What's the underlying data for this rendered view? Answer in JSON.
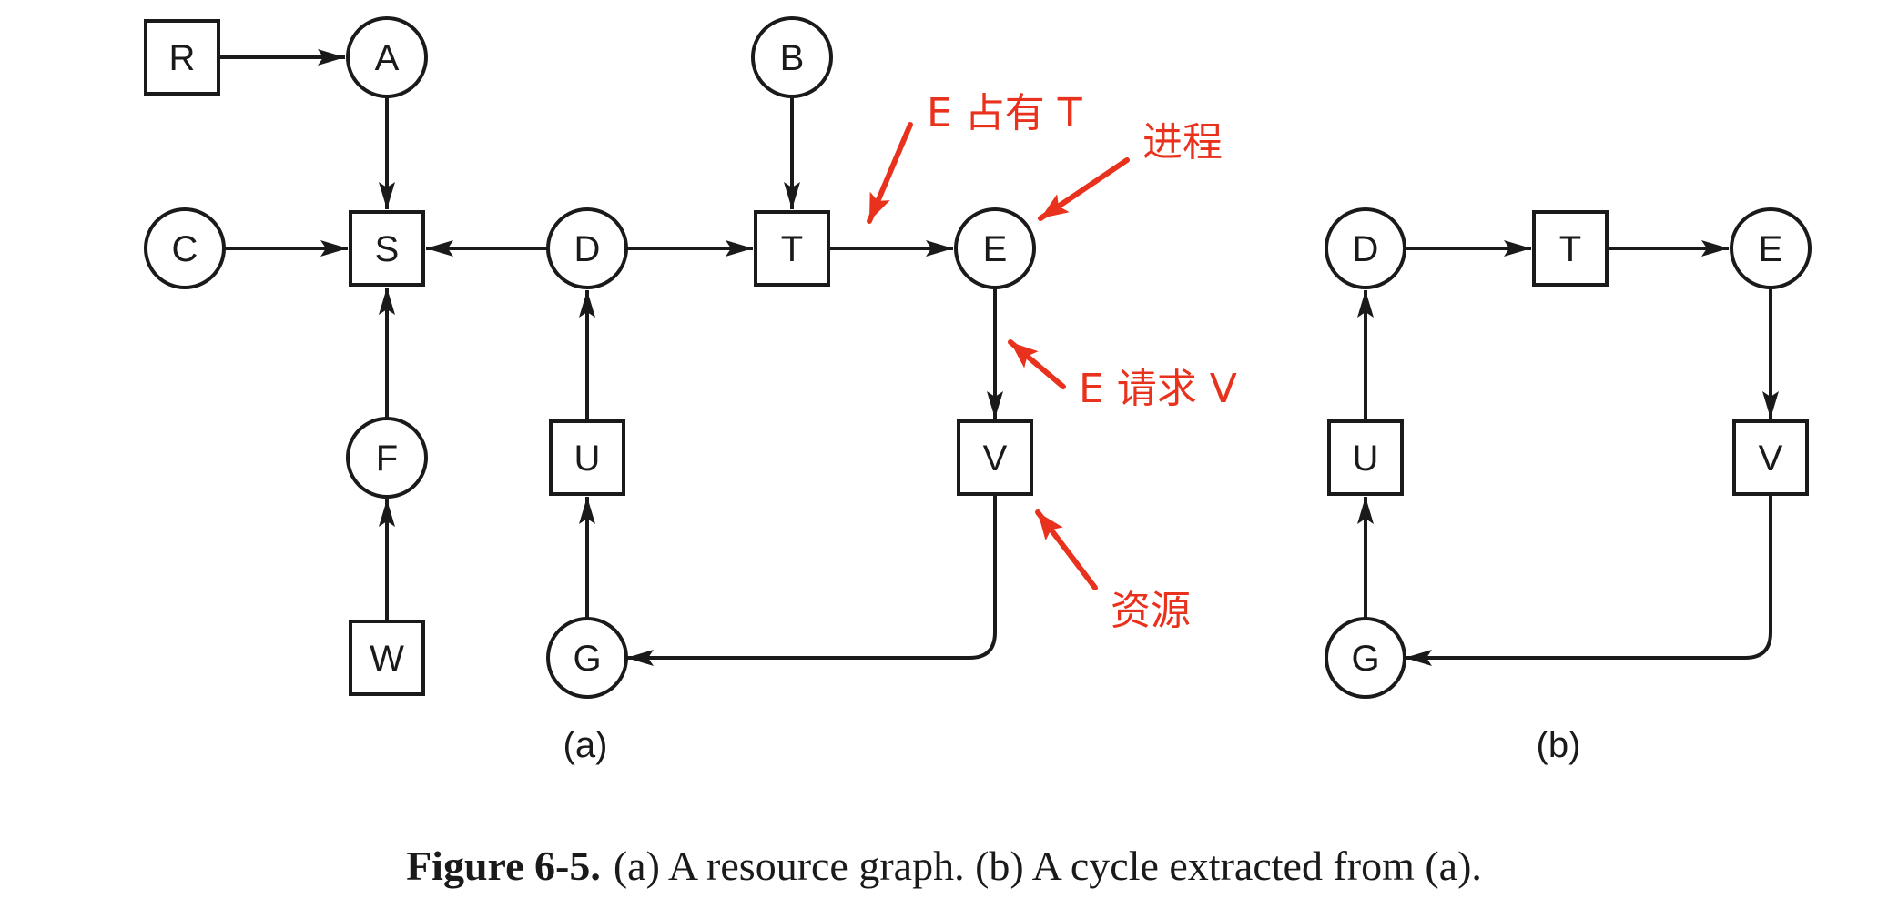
{
  "nodes": [
    {
      "id": "R",
      "label": "R",
      "shape": "resource",
      "panel": "a"
    },
    {
      "id": "A",
      "label": "A",
      "shape": "process",
      "panel": "a"
    },
    {
      "id": "B",
      "label": "B",
      "shape": "process",
      "panel": "a"
    },
    {
      "id": "C",
      "label": "C",
      "shape": "process",
      "panel": "a"
    },
    {
      "id": "S",
      "label": "S",
      "shape": "resource",
      "panel": "a"
    },
    {
      "id": "D",
      "label": "D",
      "shape": "process",
      "panel": "a"
    },
    {
      "id": "T",
      "label": "T",
      "shape": "resource",
      "panel": "a"
    },
    {
      "id": "E",
      "label": "E",
      "shape": "process",
      "panel": "a"
    },
    {
      "id": "F",
      "label": "F",
      "shape": "process",
      "panel": "a"
    },
    {
      "id": "U",
      "label": "U",
      "shape": "resource",
      "panel": "a"
    },
    {
      "id": "V",
      "label": "V",
      "shape": "resource",
      "panel": "a"
    },
    {
      "id": "W",
      "label": "W",
      "shape": "resource",
      "panel": "a"
    },
    {
      "id": "G",
      "label": "G",
      "shape": "process",
      "panel": "a"
    },
    {
      "id": "D2",
      "label": "D",
      "shape": "process",
      "panel": "b"
    },
    {
      "id": "T2",
      "label": "T",
      "shape": "resource",
      "panel": "b"
    },
    {
      "id": "E2",
      "label": "E",
      "shape": "process",
      "panel": "b"
    },
    {
      "id": "U2",
      "label": "U",
      "shape": "resource",
      "panel": "b"
    },
    {
      "id": "V2",
      "label": "V",
      "shape": "resource",
      "panel": "b"
    },
    {
      "id": "G2",
      "label": "G",
      "shape": "process",
      "panel": "b"
    }
  ],
  "edges": [
    {
      "from": "R",
      "to": "A"
    },
    {
      "from": "A",
      "to": "S"
    },
    {
      "from": "C",
      "to": "S"
    },
    {
      "from": "D",
      "to": "S"
    },
    {
      "from": "D",
      "to": "T"
    },
    {
      "from": "B",
      "to": "T"
    },
    {
      "from": "T",
      "to": "E"
    },
    {
      "from": "E",
      "to": "V"
    },
    {
      "from": "F",
      "to": "S"
    },
    {
      "from": "W",
      "to": "F"
    },
    {
      "from": "U",
      "to": "D"
    },
    {
      "from": "G",
      "to": "U"
    },
    {
      "from": "V",
      "to": "G"
    },
    {
      "from": "D2",
      "to": "T2"
    },
    {
      "from": "T2",
      "to": "E2"
    },
    {
      "from": "E2",
      "to": "V2"
    },
    {
      "from": "V2",
      "to": "G2"
    },
    {
      "from": "G2",
      "to": "U2"
    },
    {
      "from": "U2",
      "to": "D2"
    }
  ],
  "annotations": [
    {
      "id": "holds",
      "text": "E 占有 T"
    },
    {
      "id": "process",
      "text": "进程"
    },
    {
      "id": "requests",
      "text": "E 请求 V"
    },
    {
      "id": "resource",
      "text": "资源"
    }
  ],
  "panel_labels": {
    "a": "(a)",
    "b": "(b)"
  },
  "caption": {
    "figure": "Figure 6-5.",
    "text": "(a) A resource graph. (b) A cycle extracted from (a)."
  },
  "colors": {
    "line": "#1a1a1a",
    "annotation": "#e8321d"
  }
}
